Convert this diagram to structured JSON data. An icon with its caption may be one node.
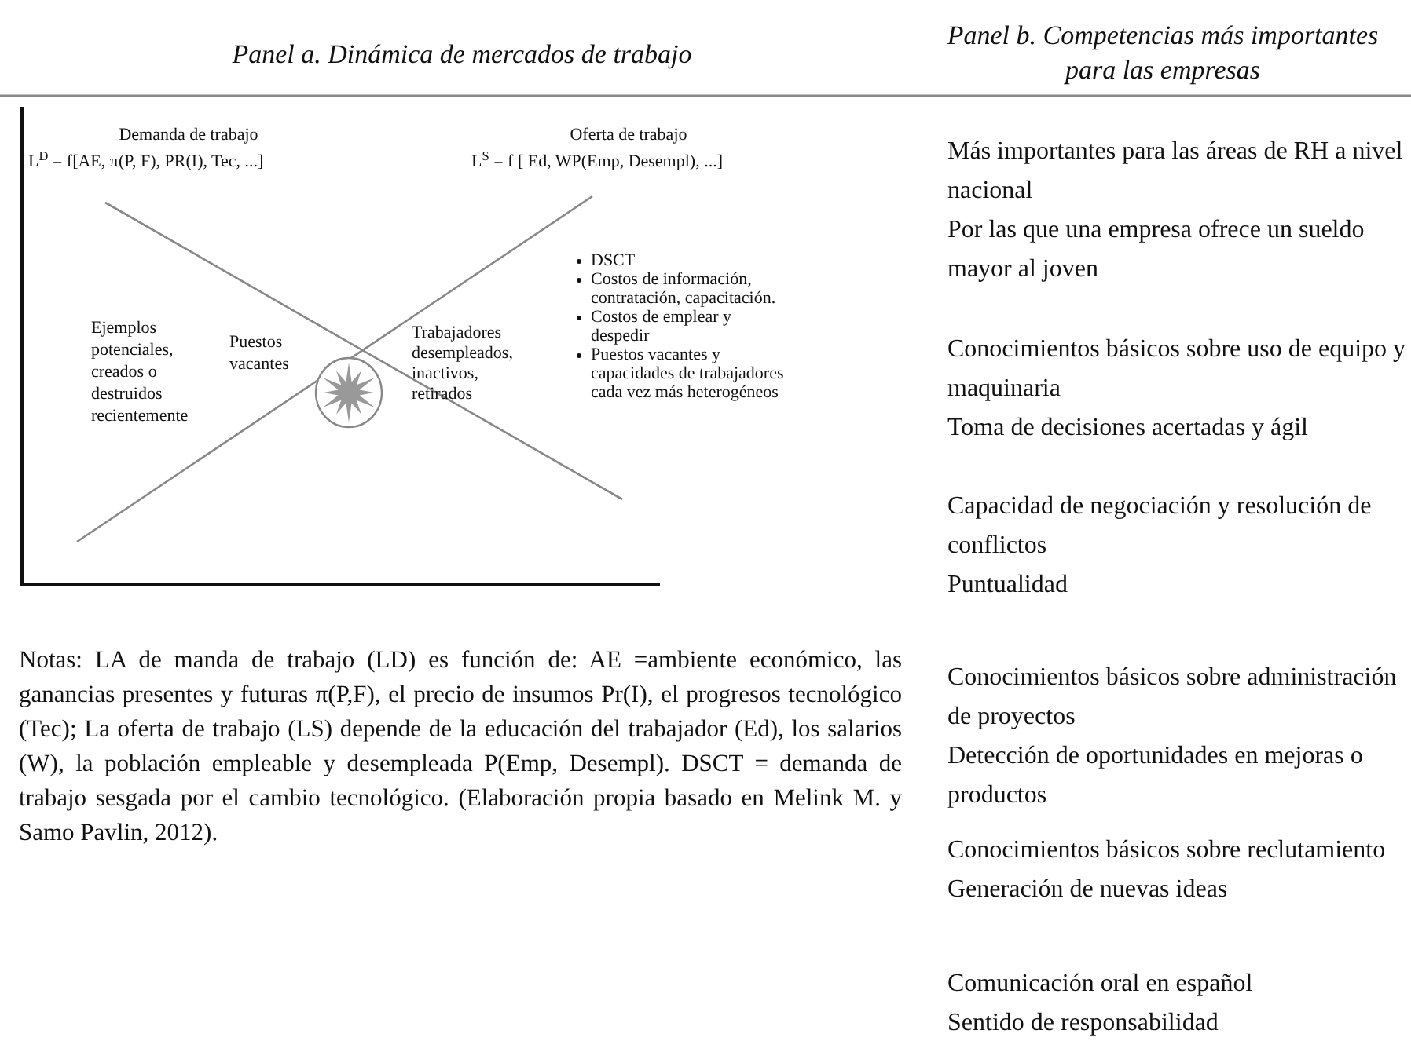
{
  "diagram": {
    "labels": [
      "Panel a. Dinámica de mercados de trabajo",
      "Panel b. Competencias más importantes para las empresas",
      "Demanda de trabajo",
      "L$^{D}$ = f[AE, π(P, F), PR(I), Tec, ...]",
      "Oferta de trabajo",
      "L$^{S}$ = f [ Ed, WP(Emp, Desempl), ...]",
      "Ejemplos potenciales, creados o destruidos recientemente",
      "Puestos vacantes",
      "Trabajadores desempleados, inactivos, retirados",
      "DSCT",
      "Costos de información, contratación, capacitación.",
      "Costos de emplear y despedir",
      "Puestos vacantes y capacidades de trabajadores cada vez más heterogéneos",
      "Notas: LA de manda de trabajo (LD) es función de: AE =ambiente económico, las ganancias presentes y futuras π(P,F), el precio de insumos Pr(I), el progresos tecnológico (Tec); La oferta de trabajo (LS) depende de la educación del trabajador (Ed), los salarios (W), la población empleable y desempleada P(Emp, Desempl). DSCT = demanda de trabajo sesgada por el cambio tecnológico. (Elaboración propia basado en Melink M. y Samo Pavlin, 2012).",
      "Más importantes para las áreas de RH a nivel nacional",
      "Por las que una empresa ofrece un sueldo mayor al joven",
      "Conocimientos básicos sobre uso de equipo y maquinaria",
      "Toma de decisiones acertadas y ágil",
      "Capacidad de negociación y resolución de conflictos",
      "Puntualidad",
      "Conocimientos básicos sobre administración de proyectos",
      "Detección de oportunidades en mejoras o productos",
      "Conocimientos básicos sobre reclutamiento",
      "Generación de nuevas ideas",
      "Comunicación oral en español",
      "Sentido de responsabilidad"
    ]
  }
}
